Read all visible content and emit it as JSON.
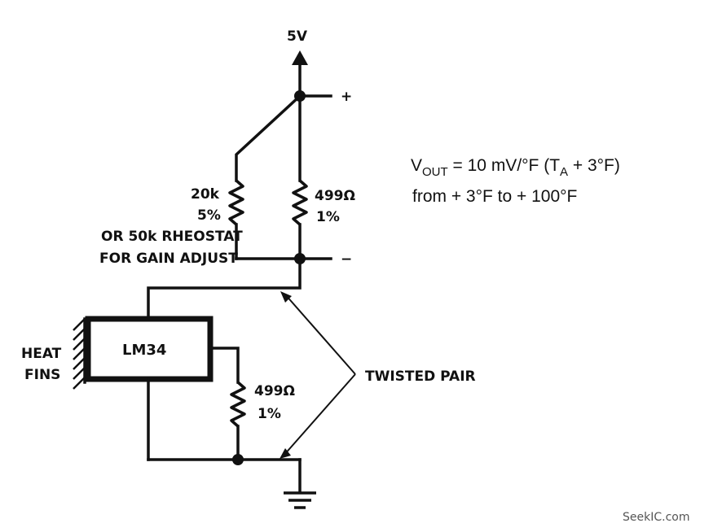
{
  "supply": {
    "label": "5V",
    "plus": "+",
    "minus": "−"
  },
  "rheostat": {
    "value": "20k",
    "tolerance": "5%",
    "note_line1": "OR 50k RHEOSTAT",
    "note_line2": "FOR GAIN ADJUST"
  },
  "top_resistor": {
    "value": "499Ω",
    "tolerance": "1%"
  },
  "bottom_resistor": {
    "value": "499Ω",
    "tolerance": "1%"
  },
  "sensor": {
    "label": "LM34"
  },
  "heat_fins": {
    "line1": "HEAT",
    "line2": "FINS"
  },
  "twisted_pair": {
    "label": "TWISTED PAIR"
  },
  "equation": {
    "vout_v": "V",
    "vout_sub": "OUT",
    "line1_mid": " = 10 mV/°F (T",
    "ta_sub": "A",
    "line1_end": " + 3°F)",
    "line2": "from + 3°F to + 100°F"
  },
  "watermark": "SeekIC.com"
}
